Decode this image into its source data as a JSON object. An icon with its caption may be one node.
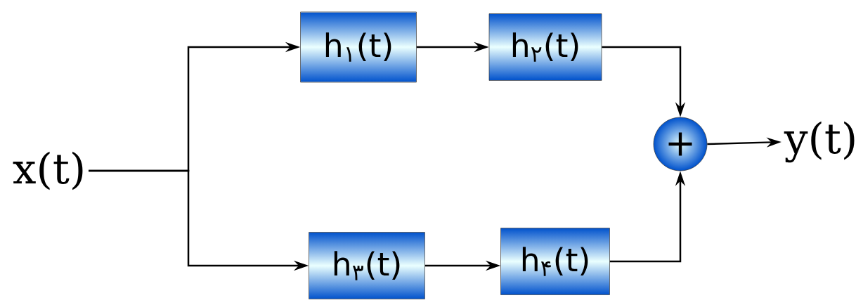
{
  "diagram": {
    "nodes": [
      {
        "text": [
          "x(t)"
        ]
      },
      {
        "text": [
          "h$_{۱}$(t)"
        ]
      },
      {
        "text": [
          "h$_{۲}$(t)"
        ]
      },
      {
        "text": [
          "h$_{۳}$(t)"
        ]
      },
      {
        "text": [
          "h$_{۴}$(t)"
        ]
      },
      {
        "text": [
          "+"
        ]
      },
      {
        "text": [
          "y(t)"
        ]
      }
    ],
    "edges": [
      {
        "from": 0,
        "to": 1,
        "arrow": "to"
      },
      {
        "from": 0,
        "to": 3,
        "arrow": "to"
      },
      {
        "from": 1,
        "to": 2,
        "arrow": "to"
      },
      {
        "from": 3,
        "to": 4,
        "arrow": "to"
      },
      {
        "from": 2,
        "to": 5,
        "arrow": "to"
      },
      {
        "from": 4,
        "to": 5,
        "arrow": "to"
      },
      {
        "from": 5,
        "to": 6,
        "arrow": "to"
      }
    ]
  }
}
